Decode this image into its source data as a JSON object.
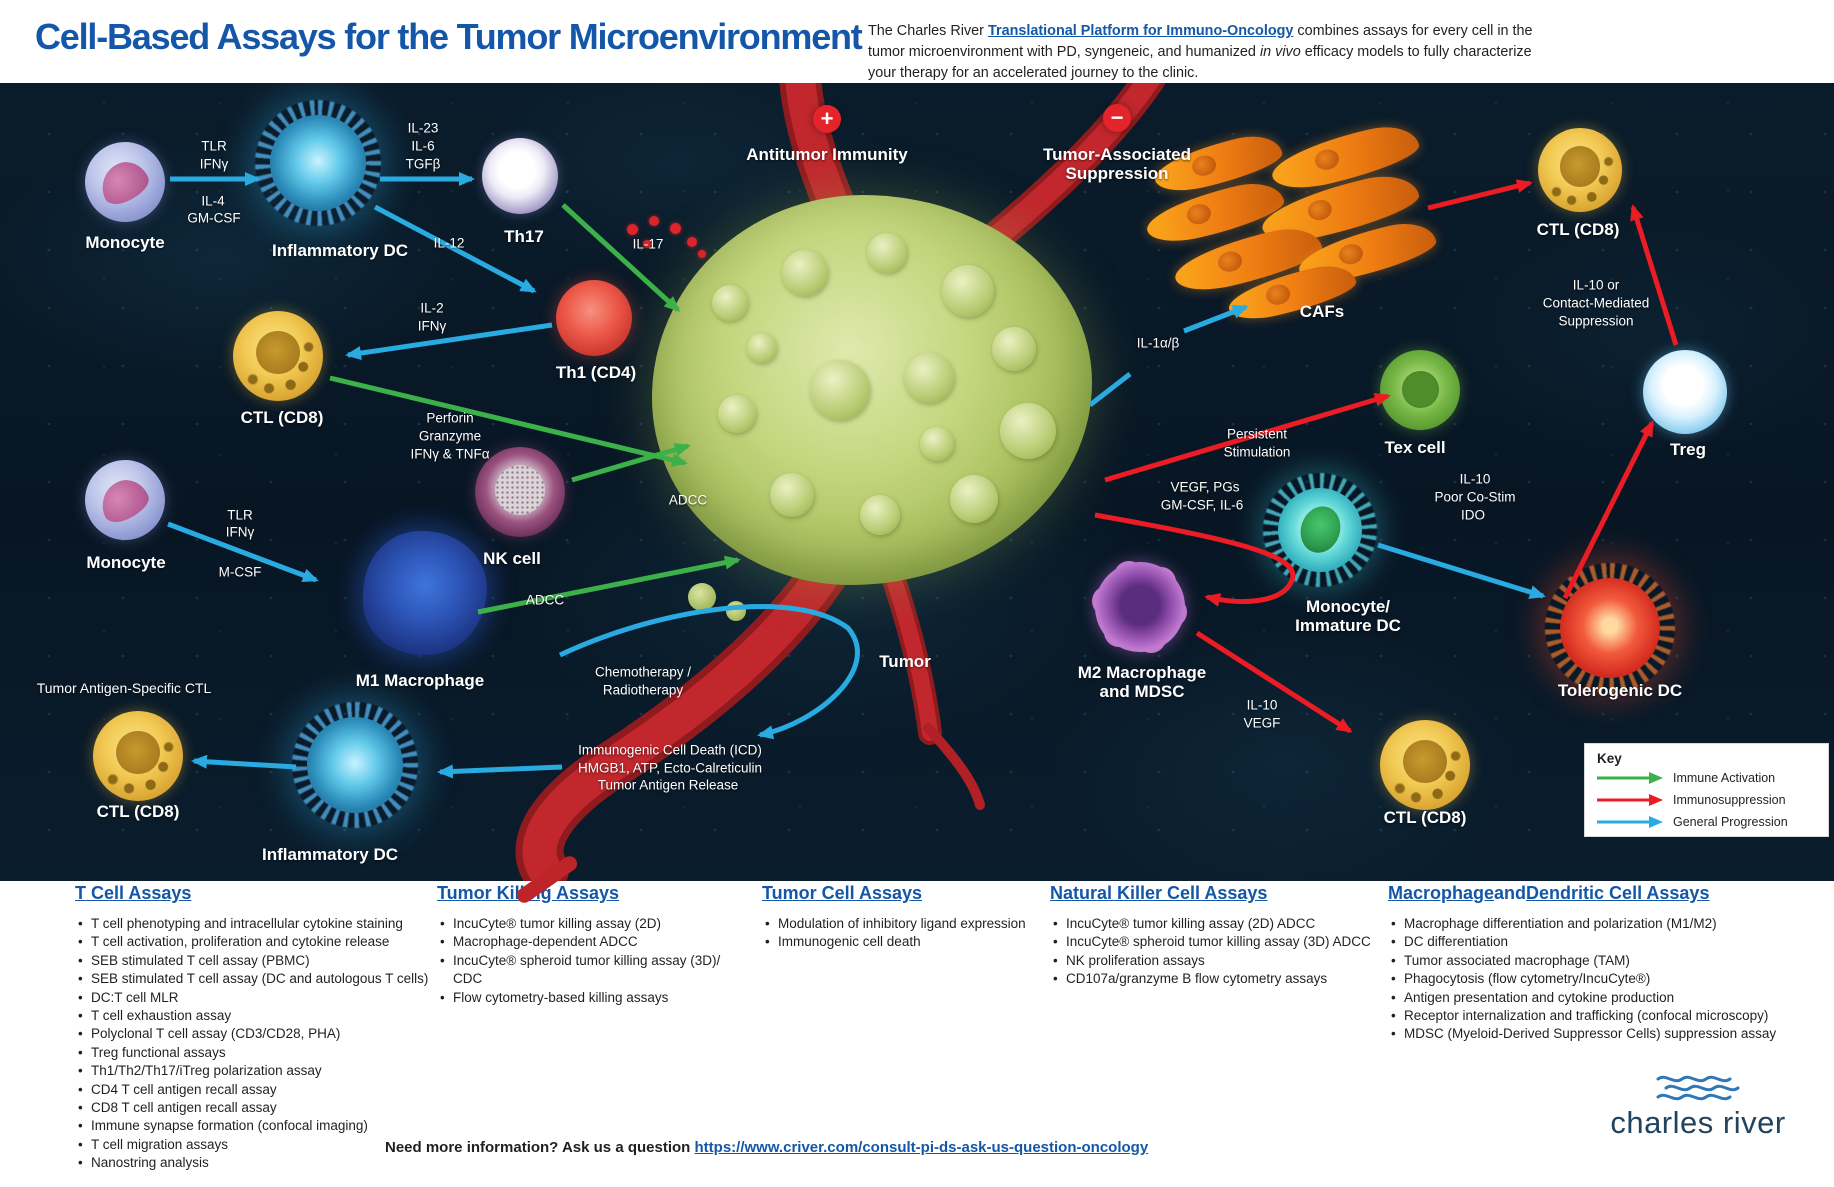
{
  "header": {
    "title": "Cell-Based Assays for the Tumor Microenvironment",
    "intro_prefix": "The Charles River ",
    "intro_link": "Translational Platform for Immuno-Oncology",
    "intro_mid": " combines assays for every cell in the tumor microenvironment with PD, syngeneic, and humanized ",
    "intro_italic": "in vivo",
    "intro_suffix": " efficacy models to fully characterize your therapy for an accelerated journey to the clinic."
  },
  "diagram": {
    "badges": {
      "plus": "+",
      "minus": "−",
      "antitumor": "Antitumor Immunity",
      "suppression_l1": "Tumor-Associated",
      "suppression_l2": "Suppression"
    },
    "tumor_label": "Tumor",
    "cells": {
      "monocyte1": "Monocyte",
      "infl_dc1": "Inflammatory DC",
      "th17": "Th17",
      "th1": "Th1 (CD4)",
      "ctl1": "CTL (CD8)",
      "nk": "NK cell",
      "monocyte2": "Monocyte",
      "m1": "M1 Macrophage",
      "tas_ctl": "Tumor Antigen-Specific CTL",
      "ctl2": "CTL (CD8)",
      "infl_dc2": "Inflammatory DC",
      "cafs": "CAFs",
      "ctl3": "CTL (CD8)",
      "tex": "Tex cell",
      "treg": "Treg",
      "mono_dc_l1": "Monocyte/",
      "mono_dc_l2": "Immature DC",
      "tol_dc": "Tolerogenic DC",
      "m2_l1": "M2 Macrophage",
      "m2_l2": "and MDSC",
      "ctl4": "CTL (CD8)"
    },
    "labels": {
      "tlr1": "TLR",
      "ifng1": "IFNγ",
      "il4": "IL-4",
      "gmcsf": "GM-CSF",
      "il23": "IL-23",
      "il6": "IL-6",
      "tgfb": "TGFβ",
      "il12": "IL-12",
      "il2": "IL-2",
      "ifng2": "IFNγ",
      "il17": "IL-17",
      "perforin": "Perforin",
      "granzyme": "Granzyme",
      "ifng_tnfa": "IFNγ & TNFα",
      "adcc_nk": "ADCC",
      "adcc_m1": "ADCC",
      "tlr2": "TLR",
      "ifng3": "IFNγ",
      "mcsf": "M-CSF",
      "chemo_l1": "Chemotherapy /",
      "chemo_l2": "Radiotherapy",
      "icd_l1": "Immunogenic Cell Death (ICD)",
      "icd_l2": "HMGB1, ATP, Ecto-Calreticulin",
      "icd_l3": "Tumor Antigen Release",
      "il1ab": "IL-1α/β",
      "persistent_l1": "Persistent",
      "persistent_l2": "Stimulation",
      "vegf_pgs": "VEGF, PGs",
      "gmcsf_il6": "GM-CSF, IL-6",
      "il10_or": "IL-10 or",
      "contact_med": "Contact-Mediated",
      "suppr2": "Suppression",
      "il10_a": "IL-10",
      "poor_costim": "Poor Co-Stim",
      "ido": "IDO",
      "il10_b": "IL-10",
      "vegf": "VEGF"
    },
    "arrow_colors": {
      "activation": "#3CB14A",
      "suppression": "#EC1C24",
      "progression": "#29ABE2"
    }
  },
  "key": {
    "title": "Key",
    "items": [
      {
        "label": "Immune Activation",
        "color": "#3CB14A"
      },
      {
        "label": "Immunosuppression",
        "color": "#EC1C24"
      },
      {
        "label": "General Progression",
        "color": "#29ABE2"
      }
    ]
  },
  "assays": {
    "t_cell": {
      "title": "T Cell Assays",
      "items": [
        "T cell phenotyping and intracellular cytokine staining",
        "T cell activation, proliferation and cytokine release",
        "SEB stimulated T cell assay (PBMC)",
        "SEB stimulated T cell assay (DC and autologous T cells)",
        "DC:T cell MLR",
        "T cell exhaustion assay",
        "Polyclonal T cell assay (CD3/CD28, PHA)",
        "Treg functional assays",
        "Th1/Th2/Th17/iTreg polarization assay",
        "CD4 T cell antigen recall assay",
        "CD8 T cell antigen recall assay",
        "Immune synapse formation (confocal imaging)",
        "T cell migration assays",
        "Nanostring analysis"
      ]
    },
    "tumor_killing": {
      "title": "Tumor Killing Assays",
      "items": [
        "IncuCyte® tumor killing assay (2D)",
        "Macrophage-dependent ADCC",
        "IncuCyte® spheroid tumor killing assay (3D)/ CDC",
        "Flow cytometry-based killing assays"
      ]
    },
    "tumor_cell": {
      "title": "Tumor Cell Assays",
      "items": [
        "Modulation of inhibitory ligand expression",
        "Immunogenic cell death"
      ]
    },
    "nk": {
      "title": "Natural Killer Cell Assays",
      "items": [
        "IncuCyte® tumor killing assay (2D) ADCC",
        "IncuCyte® spheroid tumor killing assay (3D) ADCC",
        "NK proliferation assays",
        "CD107a/granzyme B flow cytometry assays"
      ]
    },
    "mac_dc": {
      "title_u1": "Macrophage",
      "title_and": " and ",
      "title_u2": "Dendritic Cell Assays",
      "items": [
        "Macrophage differentiation and polarization (M1/M2)",
        "DC differentiation",
        "Tumor associated macrophage (TAM)",
        "Phagocytosis (flow cytometry/IncuCyte®)",
        "Antigen presentation and cytokine production",
        "Receptor internalization and trafficking (confocal microscopy)",
        "MDSC (Myeloid-Derived Suppressor Cells) suppression assay"
      ]
    }
  },
  "footer": {
    "prompt": "Need more information? Ask us a question ",
    "link": "https://www.criver.com/consult-pi-ds-ask-us-question-oncology",
    "brand": "charles river"
  }
}
